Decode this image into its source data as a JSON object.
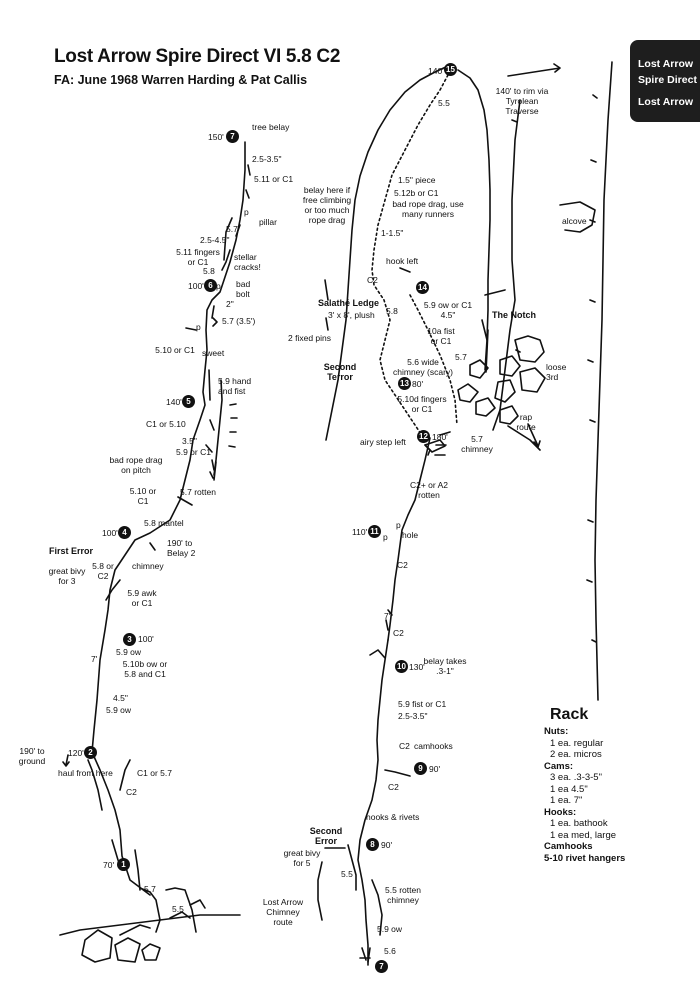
{
  "title": "Lost Arrow Spire Direct VI 5.8 C2",
  "subtitle": "FA: June 1968  Warren Harding & Pat Callis",
  "tab": [
    "Lost Arrow",
    "Spire Direct",
    "Lost Arrow"
  ],
  "belays": [
    "7",
    "6",
    "5",
    "4",
    "3",
    "2",
    "1",
    "15",
    "14",
    "13",
    "12",
    "11",
    "10",
    "9",
    "8",
    "7"
  ],
  "pitch_lengths": [
    "150'",
    "100'",
    "140'",
    "100'",
    "100'",
    "120'",
    "70'",
    "140'",
    "80'",
    "180'",
    "110'",
    "130'",
    "90'",
    "90'"
  ],
  "grades": [
    "5.11 or C1",
    "5.7",
    "5.8",
    "5.7 (3.5')",
    "5.9 or C1",
    "5.10 or C1",
    "5.7 rotten",
    "5.8 or C2",
    "5.9 awk or C1",
    "5.9 ow",
    "5.10b ow or 5.8 and C1",
    "5.9 ow",
    "5.7",
    "5.5",
    "5.5",
    "5.8",
    "5.9 ow or C1 4.5\"",
    "10a fist or C1",
    "5.7",
    "5.6 wide chimney (scary)",
    "5.10d fingers or C1",
    "5.7 chimney",
    "C2+ or A2 rotten",
    "C2",
    "C2",
    "5.9 fist or C1",
    "C2",
    "5.5",
    "5.5 rotten chimney",
    "5.9 ow",
    "5.6",
    "5.11 fingers or C1",
    "C1 or 5.10",
    "C1 or 5.7",
    "5.12b or C1"
  ],
  "gear_sizes": [
    "2.5-3.5\"",
    "2.5-4.5\"",
    "2\"",
    "3.5\"",
    "4.5\"",
    "1.5\" piece",
    "1-1.5\"",
    "2.5-3.5\""
  ],
  "annotations": [
    "tree belay",
    "pillar",
    "stellar cracks!",
    "bad bolt",
    "sweet",
    "5.9 hand and fist",
    "bad rope drag on pitch",
    "5.8 mantel",
    "190' to Belay 2",
    "chimney",
    "great bivy for 3",
    "190' to ground",
    "haul from here",
    "belay here if free climbing or too much rope drag",
    "bad rope drag, use many runners",
    "hook left",
    "3' x 8', plush",
    "2 fixed pins",
    "airy step left",
    "rotten",
    "hole",
    "belay takes .3-1\"",
    "camhooks",
    "hooks & rivets",
    "great bivy for 5",
    "Lost Arrow Chimney route",
    "140' to rim via Tyrolean Traverse",
    "alcove",
    "loose 3rd",
    "rap route",
    "p",
    "p",
    "p",
    "p",
    "p",
    "p",
    "7'",
    "7'"
  ],
  "features": [
    "First Error",
    "Second Error",
    "Salathé Ledge",
    "Second Terror",
    "The Notch"
  ],
  "rack": {
    "title": "Rack",
    "sections": [
      {
        "name": "Nuts:",
        "items": [
          "1 ea. regular",
          "2 ea. micros"
        ]
      },
      {
        "name": "Cams:",
        "items": [
          "3 ea. .3-3-5\"",
          "1 ea 4.5\"",
          "1 ea. 7\""
        ]
      },
      {
        "name": "Hooks:",
        "items": [
          "1 ea. bathook",
          "1 ea med, large"
        ]
      },
      {
        "name": "Camhooks",
        "items": []
      },
      {
        "name": "5-10 rivet hangers",
        "items": []
      }
    ]
  }
}
